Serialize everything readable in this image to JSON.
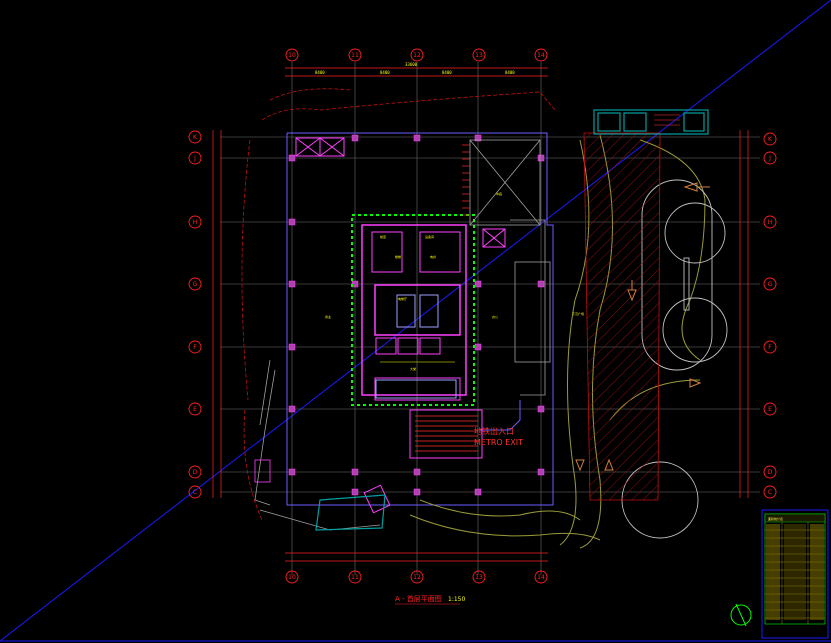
{
  "drawing": {
    "title": "A - 首层平面图",
    "scale": "1:150",
    "metro_label_cn": "地铁出入口",
    "metro_label_en": "METRO EXIT",
    "axis_labels_top": [
      "10",
      "11",
      "12",
      "13",
      "14"
    ],
    "axis_labels_bottom": [
      "10",
      "11",
      "12",
      "13",
      "14"
    ],
    "axis_labels_left": [
      "K",
      "J",
      "H",
      "G",
      "F",
      "E",
      "D",
      "C"
    ],
    "axis_labels_right": [
      "K",
      "J",
      "H",
      "G",
      "F",
      "E",
      "D",
      "C"
    ],
    "schedule_title": "面积统计表"
  },
  "colors": {
    "background": "#000000",
    "axis_red": "#ff2020",
    "wall_magenta": "#ff40ff",
    "text_yellow": "#ffff00",
    "green": "#00ff00",
    "blue_line": "#2020ff",
    "grid_gray": "#808080",
    "road_olive": "#a0a040"
  }
}
